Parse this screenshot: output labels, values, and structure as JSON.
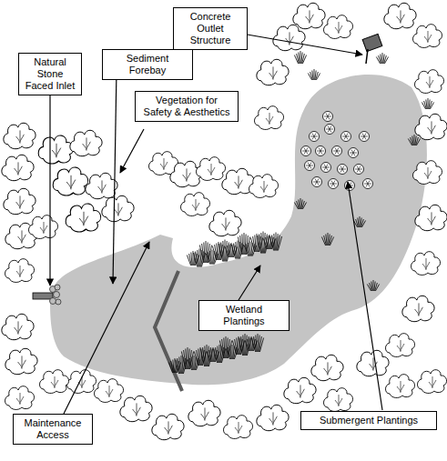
{
  "diagram": {
    "nodes": [
      {
        "text": [
          "Concrete Outlet Structure"
        ]
      },
      {
        "text": [
          "Sediment Forebay"
        ]
      },
      {
        "text": [
          "Natural Stone Faced Inlet"
        ]
      },
      {
        "text": [
          "Vegetation for Safety & Aesthetics"
        ]
      },
      {
        "text": [
          "Wetland Plantings"
        ]
      },
      {
        "text": [
          "Maintenance Access"
        ]
      },
      {
        "text": [
          "Submergent Plantings"
        ]
      }
    ]
  }
}
